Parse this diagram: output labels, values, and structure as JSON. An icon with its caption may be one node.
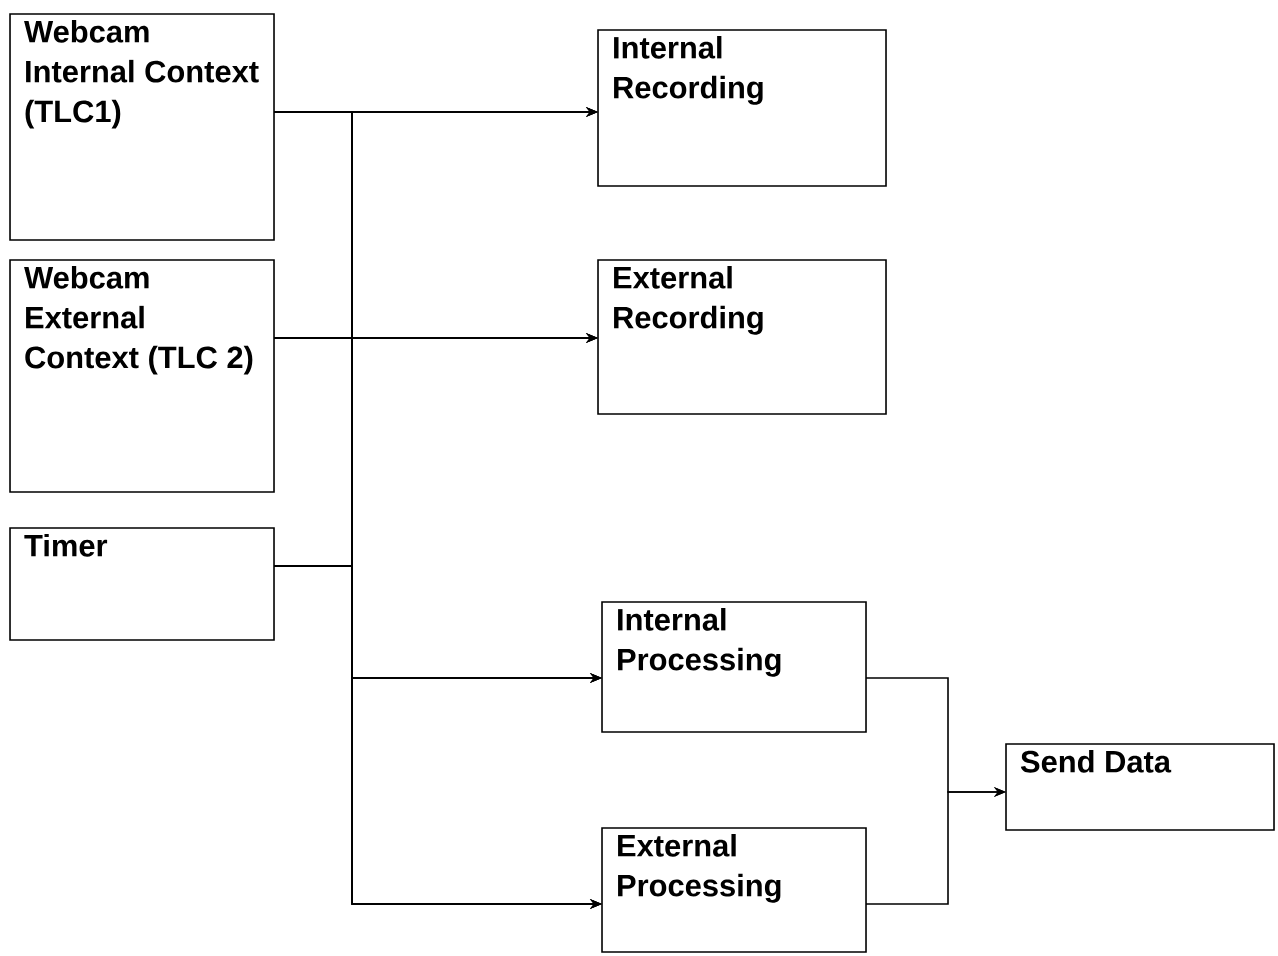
{
  "diagram": {
    "nodes": [
      {
        "text": [
          "Webcam Internal Context (TLC1)"
        ]
      },
      {
        "text": [
          "Webcam External Context (TLC 2)"
        ]
      },
      {
        "text": [
          "Timer"
        ]
      },
      {
        "text": [
          "Internal Recording"
        ]
      },
      {
        "text": [
          "External Recording"
        ]
      },
      {
        "text": [
          "Internal Processing"
        ]
      },
      {
        "text": [
          "External Processing"
        ]
      },
      {
        "text": [
          "Send Data"
        ]
      }
    ],
    "edges": [
      {
        "from": 0,
        "to": 3,
        "arrow": "to"
      },
      {
        "from": 0,
        "to": 4,
        "arrow": "to"
      },
      {
        "from": 0,
        "to": 5,
        "arrow": "to"
      },
      {
        "from": 0,
        "to": 6,
        "arrow": "to"
      },
      {
        "from": 1,
        "to": 3,
        "arrow": "to"
      },
      {
        "from": 1,
        "to": 4,
        "arrow": "to"
      },
      {
        "from": 1,
        "to": 5,
        "arrow": "to"
      },
      {
        "from": 1,
        "to": 6,
        "arrow": "to"
      },
      {
        "from": 2,
        "to": 3,
        "arrow": "to"
      },
      {
        "from": 2,
        "to": 4,
        "arrow": "to"
      },
      {
        "from": 2,
        "to": 5,
        "arrow": "to"
      },
      {
        "from": 2,
        "to": 6,
        "arrow": "to"
      },
      {
        "from": 5,
        "to": 7,
        "arrow": "to"
      },
      {
        "from": 6,
        "to": 7,
        "arrow": "to"
      }
    ]
  }
}
